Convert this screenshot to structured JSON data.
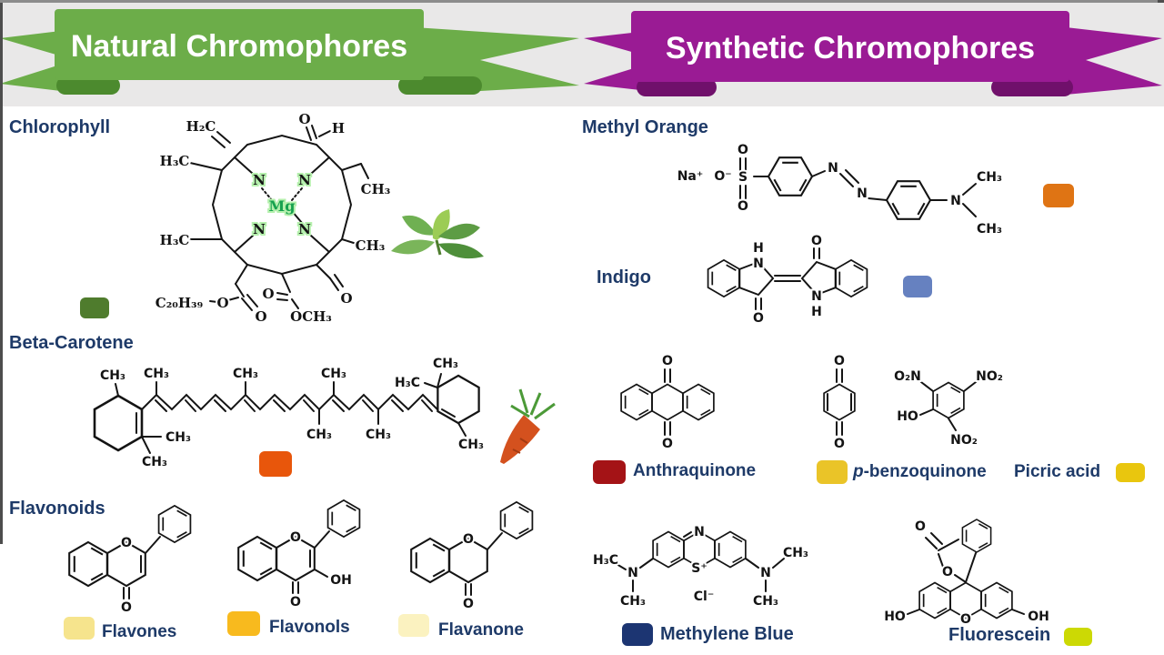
{
  "banners": {
    "natural": {
      "label": "Natural Chromophores",
      "color": "#6cad49",
      "fold_color": "#4c8a2e"
    },
    "synthetic": {
      "label": "Synthetic Chromophores",
      "color": "#9a1b94",
      "fold_color": "#70106b"
    }
  },
  "palette": {
    "navy": "#1e3a68",
    "header_bg": "#e9e8e8",
    "border": "#4d4d4d",
    "grid_line": "#8c8c8c",
    "bond": "#141414",
    "porphyrin_fill": "#b5f0ad",
    "mg_green": "#17a24f",
    "leaf_dark": "#4e8f3a",
    "leaf_mid": "#6fb052",
    "leaf_light": "#9ccc55",
    "carrot_body": "#d4511e",
    "carrot_line": "#a33b12",
    "carrot_leaf": "#4c9a38"
  },
  "natural": {
    "chlorophyll": {
      "title": "Chlorophyll",
      "swatch_color": "#4f7c2d",
      "atoms": {
        "vinyl": "H₂C",
        "ald_o": "O",
        "ald_h": "H",
        "me_nw": "H₃C",
        "ethyl": "CH₃",
        "n_nw": "N",
        "n_ne": "N",
        "mg": "Mg",
        "n_sw": "N",
        "n_se": "N",
        "me_sw": "H₃C",
        "me_se": "CH₃",
        "phytyl": "C₂₀H₃₉",
        "ester1_o": "O",
        "ester1_od": "O",
        "ester2_o": "O",
        "ester2_ome": "OCH₃",
        "ketone_o": "O"
      }
    },
    "beta_carotene": {
      "title": "Beta-Carotene",
      "swatch_color": "#e8560b",
      "atoms": {
        "l_top": "CH₃",
        "l_gem1": "CH₃",
        "l_gem2": "CH₃",
        "t1": "CH₃",
        "t2": "CH₃",
        "t3": "CH₃",
        "b1": "CH₃",
        "b2": "CH₃",
        "r_top": "CH₃",
        "r_left": "H₃C",
        "r_bot": "CH₃"
      }
    },
    "flavonoids": {
      "title": "Flavonoids",
      "flavones": {
        "label": "Flavones",
        "swatch_color": "#f6e48d",
        "atoms": {
          "o_ring": "O",
          "o_keto": "O"
        }
      },
      "flavonols": {
        "label": "Flavonols",
        "swatch_color": "#f8ba1e",
        "atoms": {
          "o_ring": "O",
          "o_keto": "O",
          "oh": "OH"
        }
      },
      "flavanone": {
        "label": "Flavanone",
        "swatch_color": "#fbf2c0",
        "atoms": {
          "o_ring": "O",
          "o_keto": "O"
        }
      }
    }
  },
  "synthetic": {
    "methyl_orange": {
      "title": "Methyl Orange",
      "swatch_color": "#df7414",
      "atoms": {
        "na": "Na⁺",
        "o_minus": "O⁻",
        "s": "S",
        "o_top": "O",
        "o_bot": "O",
        "n1": "N",
        "n2": "N",
        "n3": "N",
        "me_top": "CH₃",
        "me_bot": "CH₃"
      }
    },
    "indigo": {
      "title": "Indigo",
      "swatch_color": "#6681c0",
      "atoms": {
        "h_left": "H",
        "n_left": "N",
        "o_left": "O",
        "o_right": "O",
        "n_right": "N",
        "h_right": "H"
      }
    },
    "anthraquinone": {
      "label": "Anthraquinone",
      "swatch_color": "#a41316",
      "atoms": {
        "o_top": "O",
        "o_bot": "O"
      }
    },
    "benzoquinone": {
      "label_prefix": "p",
      "label_rest": "-benzoquinone",
      "swatch_color": "#eac428",
      "atoms": {
        "o_top": "O",
        "o_bot": "O"
      }
    },
    "picric_acid": {
      "label": "Picric acid",
      "swatch_color": "#e9c60e",
      "atoms": {
        "no2_tl": "O₂N",
        "no2_tr": "NO₂",
        "ho": "HO",
        "no2_b": "NO₂"
      }
    },
    "methylene_blue": {
      "label": "Methylene Blue",
      "swatch_color": "#1c3572",
      "atoms": {
        "me_l1": "H₃C",
        "n_l": "N",
        "me_l2": "CH₃",
        "n_top": "N",
        "s_plus": "S⁺",
        "cl": "Cl⁻",
        "n_r": "N",
        "me_r1": "CH₃",
        "me_r2": "CH₃"
      }
    },
    "fluorescein": {
      "label": "Fluorescein",
      "swatch_color": "#ccd904",
      "atoms": {
        "o_keto": "O",
        "o_lactone": "O",
        "o_xanthene": "O",
        "ho": "HO",
        "oh": "OH"
      }
    }
  }
}
